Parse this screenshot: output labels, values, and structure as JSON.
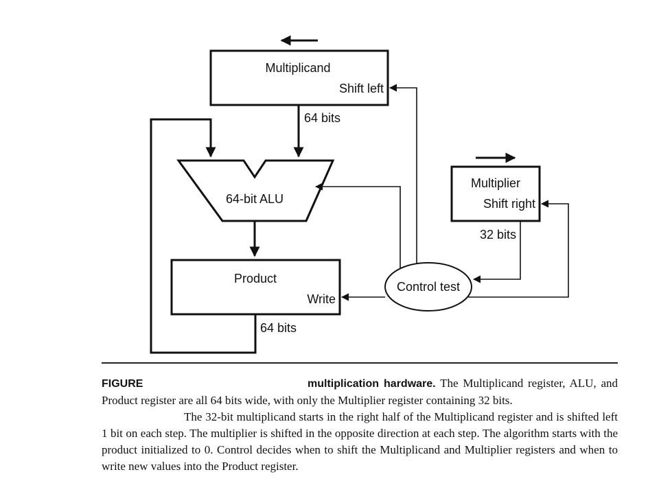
{
  "diagram": {
    "multiplicand": {
      "name": "Multiplicand",
      "action": "Shift left"
    },
    "multiplier": {
      "name": "Multiplier",
      "action": "Shift right"
    },
    "alu": {
      "label": "64-bit ALU"
    },
    "product": {
      "name": "Product",
      "action": "Write"
    },
    "control": {
      "label": "Control test"
    },
    "widths": {
      "multiplicand_out": "64 bits",
      "multiplier_out": "32 bits",
      "product_out": "64 bits"
    }
  },
  "caption": {
    "label": "FIGURE",
    "title": "multiplication hardware.",
    "sentence1": "The Multiplicand register, ALU, and Product register are all 64 bits wide, with only the Multiplier register containing 32 bits.",
    "paragraph2": "The 32-bit multiplicand starts in the right half of the Multiplicand register and is shifted left 1 bit on each step. The multiplier is shifted in the opposite direction at each step. The algorithm starts with the product initialized to 0. Control decides when to shift the Multiplicand and Multiplier registers and when to write new values into the Product register."
  }
}
